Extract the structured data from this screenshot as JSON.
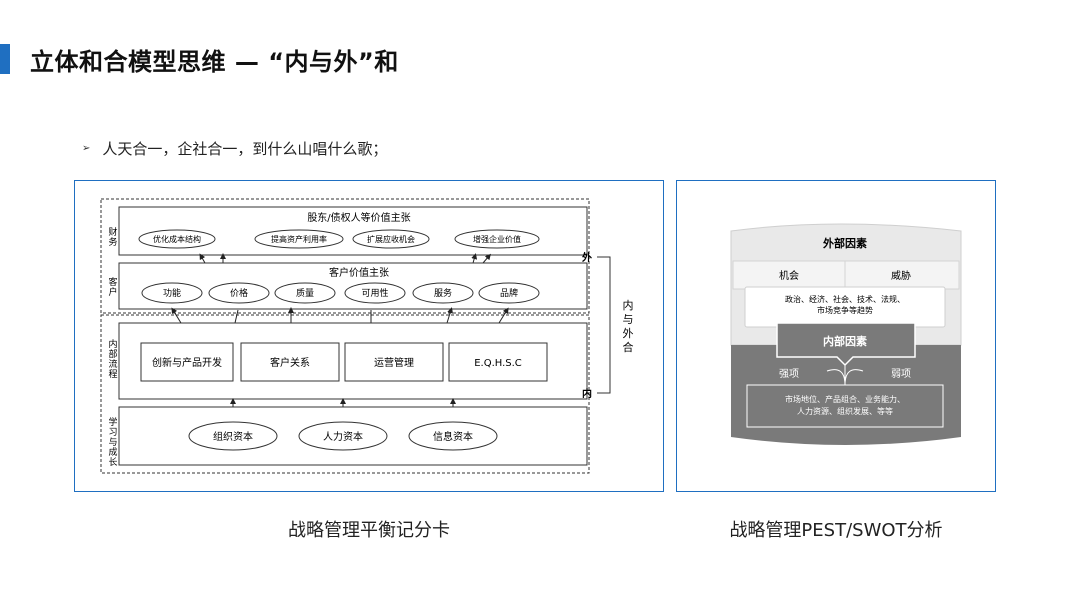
{
  "slide": {
    "title": "立体和合模型思维 — “内与外”和",
    "bullet": "人天合一，企社合一，到什么山唱什么歌；"
  },
  "bsc": {
    "caption": "战略管理平衡记分卡",
    "rows": {
      "finance": {
        "side_label": "财务",
        "title": "股东/债权人等价值主张",
        "items": [
          "优化成本结构",
          "提高资产利用率",
          "扩展应收机会",
          "增强企业价值"
        ]
      },
      "customer": {
        "side_label": "客户",
        "title": "客户价值主张",
        "items": [
          "功能",
          "价格",
          "质量",
          "可用性",
          "服务",
          "品牌"
        ]
      },
      "process": {
        "side_label": "内部流程",
        "items": [
          "创新与产品开发",
          "客户关系",
          "运营管理",
          "E.Q.H.S.C"
        ]
      },
      "learning": {
        "side_label": "学习与成长",
        "items": [
          "组织资本",
          "人力资本",
          "信息资本"
        ]
      }
    },
    "outer_label": "外",
    "inner_label": "内",
    "bracket_label": "内与外合"
  },
  "swot": {
    "caption": "战略管理PEST/SWOT分析",
    "external_title": "外部因素",
    "opportunity": "机会",
    "threat": "威胁",
    "external_text_1": "政治、经济、社会、技术、法规、",
    "external_text_2": "市场竞争等趋势",
    "internal_title": "内部因素",
    "strength": "强项",
    "weakness": "弱项",
    "internal_text_1": "市场地位、产品组合、业务能力、",
    "internal_text_2": "人力资源、组织发展、等等"
  }
}
